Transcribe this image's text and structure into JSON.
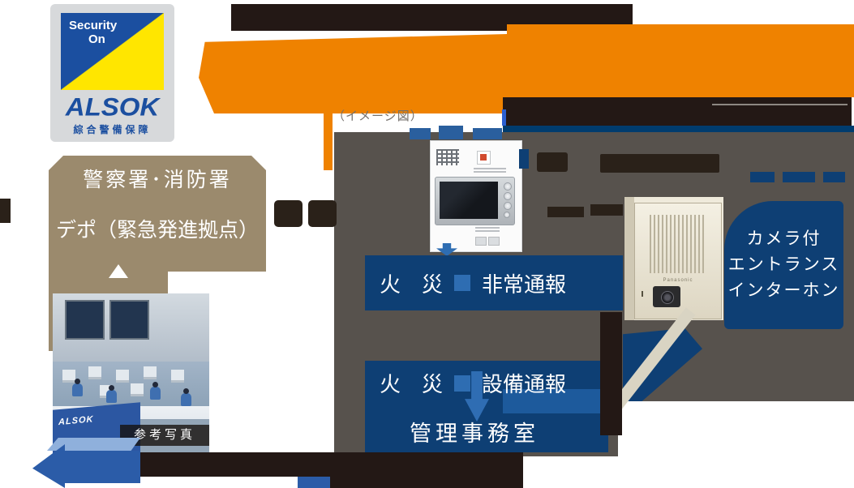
{
  "logo": {
    "badge_line1": "Security",
    "badge_line2": "On",
    "brand": "ALSOK",
    "company": "綜合警備保障"
  },
  "title_note": "（イメージ図）",
  "left_box": {
    "line1": "警察署･消防署",
    "line2": "デポ（緊急発進拠点）"
  },
  "photo": {
    "caption": "参考写真",
    "desk_brand": "ALSOK"
  },
  "alarm_room": {
    "w1": "火",
    "w2": "災",
    "label": "非常通報"
  },
  "alarm_facility": {
    "w1": "火",
    "w2": "災",
    "label": "設備通報"
  },
  "office_label": "管理事務室",
  "entrance_label": {
    "line1": "カメラ付",
    "line2": "エントランス",
    "line3": "インターホン"
  },
  "entrance_device_brand": "Panasonic",
  "colors": {
    "orange": "#ef8200",
    "navy_box": "#0e3f74",
    "navy_band": "#003c6e",
    "dark_ink": "#231815",
    "tan": "#9b8a6d",
    "panel_gray": "#57524d",
    "accent_blue": "#2e6db2",
    "light_blue": "#8fb0dc",
    "logo_blue": "#1b4fa0",
    "logo_yellow": "#ffe600"
  }
}
